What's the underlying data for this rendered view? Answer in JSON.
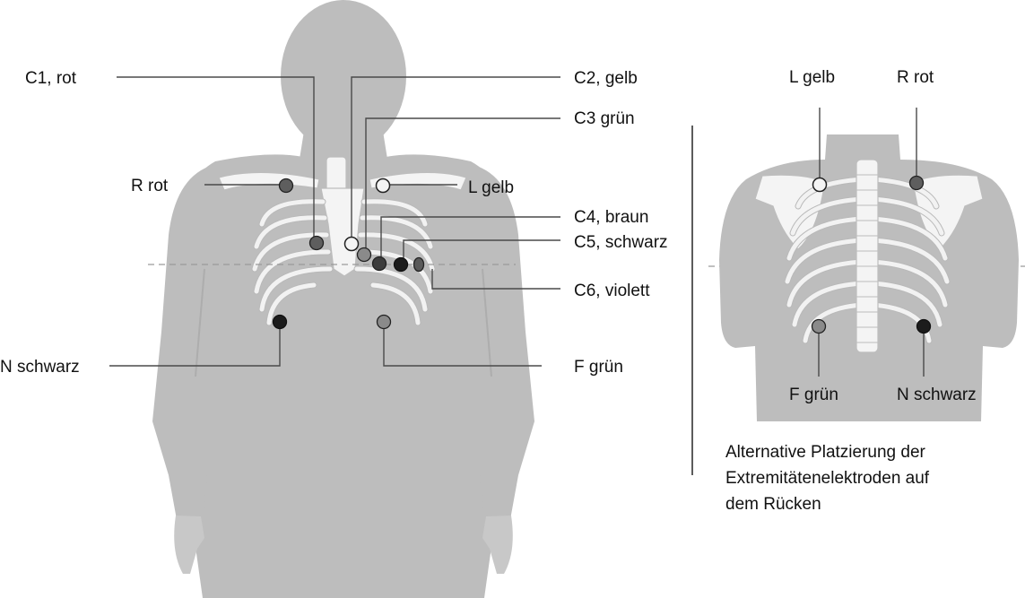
{
  "front_labels": {
    "c1": "C1, rot",
    "c2": "C2, gelb",
    "c3": "C3 grün",
    "r": "R rot",
    "l": "L gelb",
    "c4": "C4, braun",
    "c5": "C5, schwarz",
    "c6": "C6, violett",
    "n": "N schwarz",
    "f": "F grün"
  },
  "back_labels": {
    "l": "L gelb",
    "r": "R rot",
    "f": "F grün",
    "n": "N schwarz"
  },
  "caption": {
    "line1": "Alternative Platzierung der",
    "line2": "Extremitätenelektroden auf",
    "line3": "dem Rücken"
  },
  "electrode_colors": {
    "rot": "#5e5e5e",
    "gelb": "#f2f2f2",
    "gruen": "#8a8a8a",
    "braun": "#6c6c6c",
    "schwarz": "#1c1c1c",
    "violett": "#7a7a7a"
  },
  "colors": {
    "body": "#bdbdbd",
    "bone": "#f4f4f4",
    "line": "#4a4a4a"
  }
}
